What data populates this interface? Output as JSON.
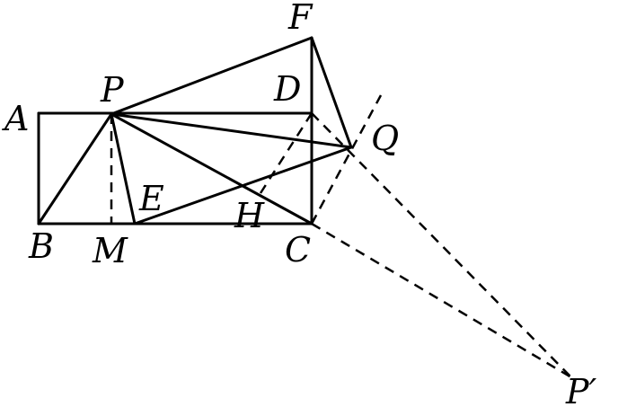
{
  "labels": {
    "A": "A",
    "B": "B",
    "C": "C",
    "D": "D",
    "E": "E",
    "F": "F",
    "H": "H",
    "M": "M",
    "P": "P",
    "Q": "Q",
    "P_prime": "P′"
  }
}
